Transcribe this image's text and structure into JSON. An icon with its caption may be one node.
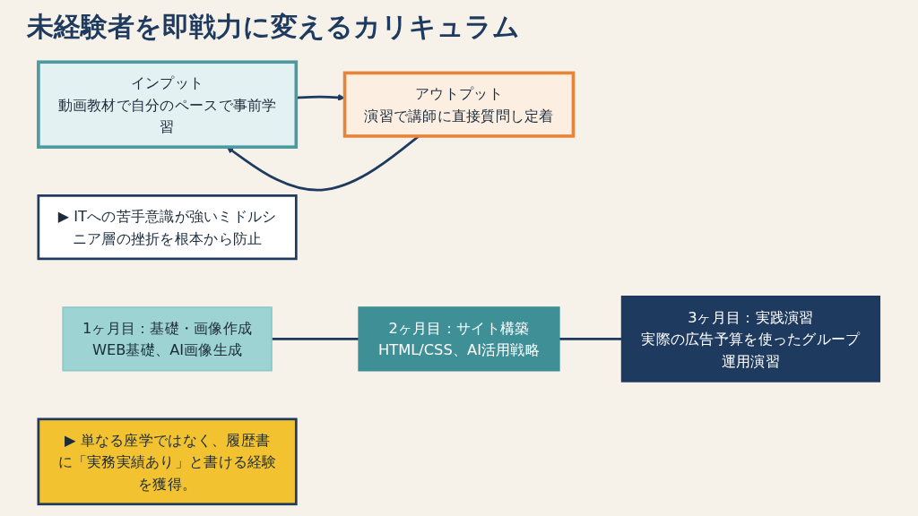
{
  "diagram": {
    "title": "未経験者を即戦力に変えるカリキュラム",
    "nodes": [
      {
        "text": [
          "インプット",
          "動画教材で自分のペースで事前学習"
        ]
      },
      {
        "text": [
          "アウトプット",
          "演習で講師に直接質問し定着"
        ]
      },
      {
        "text": [
          "▶ ITへの苦手意識が強いミドルシニア層の挫折を根本から防止"
        ]
      },
      {
        "text": [
          "1ヶ月目：基礎・画像作成",
          "WEB基礎、AI画像生成"
        ]
      },
      {
        "text": [
          "2ヶ月目：サイト構築",
          "HTML/CSS、AI活用戦略"
        ]
      },
      {
        "text": [
          "3ヶ月目：実践演習",
          "実際の広告予算を使ったグループ運用演習"
        ]
      },
      {
        "text": [
          "▶ 単なる座学ではなく、履歴書に「実務実績あり」と書ける経験を獲得。"
        ]
      }
    ],
    "edges": [
      {
        "from": 0,
        "to": 1,
        "arrow": "to"
      },
      {
        "from": 1,
        "to": 0,
        "arrow": "to"
      },
      {
        "from": 3,
        "to": 4,
        "arrow": "none"
      },
      {
        "from": 4,
        "to": 5,
        "arrow": "none"
      }
    ]
  }
}
